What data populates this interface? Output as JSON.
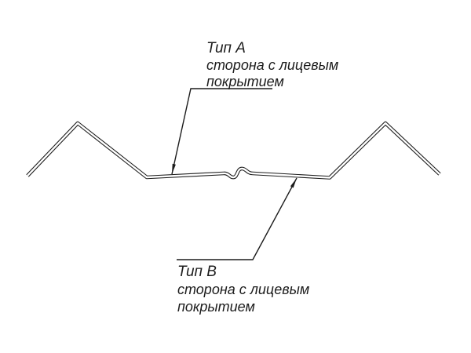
{
  "labels": {
    "a": {
      "title": "Тип A",
      "line1": "сторона с лицевым",
      "line2": "покрытием"
    },
    "b": {
      "title": "Тип B",
      "line1": "сторона с лицевым",
      "line2": "покрытием"
    }
  },
  "colors": {
    "line": "#1c1c1c",
    "background": "#ffffff"
  }
}
